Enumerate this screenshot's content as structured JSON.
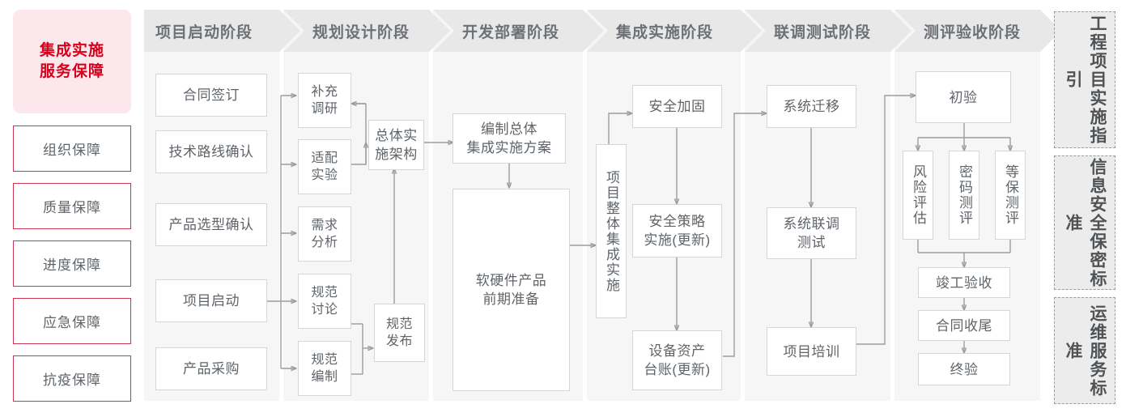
{
  "guarantee": {
    "title": "集成实施\n服务保障",
    "title_lines": [
      "集成实施",
      "服务保障"
    ],
    "items": [
      {
        "label": "组织保障"
      },
      {
        "label": "质量保障"
      },
      {
        "label": "进度保障"
      },
      {
        "label": "应急保障"
      },
      {
        "label": "抗疫保障"
      }
    ],
    "accent_color": "#d6001c",
    "border_color": "#cf3550",
    "header_bg": "#fce8ec"
  },
  "stages": [
    {
      "id": "stage-initiation",
      "header": "项目启动阶段",
      "nodes": [
        {
          "id": "contract-signing",
          "label": "合同签订"
        },
        {
          "id": "tech-route-confirm",
          "label": "技术路线确认"
        },
        {
          "id": "product-selection-confirm",
          "label": "产品选型确认"
        },
        {
          "id": "project-kickoff",
          "label": "项目启动"
        },
        {
          "id": "product-procurement",
          "label": "产品采购"
        }
      ]
    },
    {
      "id": "stage-planning",
      "header": "规划设计阶段",
      "nodes": [
        {
          "id": "supplementary-research",
          "label": "补充\n调研",
          "lines": [
            "补充",
            "调研"
          ]
        },
        {
          "id": "adaptation-experiment",
          "label": "适配\n实验",
          "lines": [
            "适配",
            "实验"
          ]
        },
        {
          "id": "requirement-analysis",
          "label": "需求\n分析",
          "lines": [
            "需求",
            "分析"
          ]
        },
        {
          "id": "spec-discussion",
          "label": "规范\n讨论",
          "lines": [
            "规范",
            "讨论"
          ]
        },
        {
          "id": "spec-drafting",
          "label": "规范\n编制",
          "lines": [
            "规范",
            "编制"
          ]
        },
        {
          "id": "overall-impl-architecture",
          "label": "总体实\n施架构",
          "lines": [
            "总体实",
            "施架构"
          ]
        },
        {
          "id": "spec-release",
          "label": "规范\n发布",
          "lines": [
            "规范",
            "发布"
          ]
        }
      ]
    },
    {
      "id": "stage-development",
      "header": "开发部署阶段",
      "nodes": [
        {
          "id": "compile-overall-plan",
          "label": "编制总体\n集成实施方案",
          "lines": [
            "编制总体",
            "集成实施方案"
          ]
        },
        {
          "id": "hw-sw-preparation",
          "label": "软硬件产品\n前期准备",
          "lines": [
            "软硬件产品",
            "前期准备"
          ]
        }
      ]
    },
    {
      "id": "stage-integration",
      "header": "集成实施阶段",
      "nodes": [
        {
          "id": "project-overall-integration",
          "label": "项目整体集成实施"
        },
        {
          "id": "security-hardening",
          "label": "安全加固"
        },
        {
          "id": "security-policy-impl",
          "label": "安全策略\n实施(更新)",
          "lines": [
            "安全策略",
            "实施(更新)"
          ]
        },
        {
          "id": "asset-ledger",
          "label": "设备资产\n台账(更新)",
          "lines": [
            "设备资产",
            "台账(更新)"
          ]
        }
      ]
    },
    {
      "id": "stage-joint-test",
      "header": "联调测试阶段",
      "nodes": [
        {
          "id": "system-migration",
          "label": "系统迁移"
        },
        {
          "id": "system-joint-test",
          "label": "系统联调\n测试",
          "lines": [
            "系统联调",
            "测试"
          ]
        },
        {
          "id": "project-training",
          "label": "项目培训"
        }
      ]
    },
    {
      "id": "stage-acceptance",
      "header": "测评验收阶段",
      "nodes": [
        {
          "id": "preliminary-acceptance",
          "label": "初验"
        },
        {
          "id": "risk-assessment",
          "label": "风险评估"
        },
        {
          "id": "crypto-evaluation",
          "label": "密码测评"
        },
        {
          "id": "mlps-evaluation",
          "label": "等保测评"
        },
        {
          "id": "completion-acceptance",
          "label": "竣工验收"
        },
        {
          "id": "contract-closeout",
          "label": "合同收尾"
        },
        {
          "id": "final-acceptance",
          "label": "终验"
        }
      ]
    }
  ],
  "standards": [
    {
      "id": "std-engineering",
      "label": "工程项目实施指引"
    },
    {
      "id": "std-security",
      "label": "信息安全保密标准"
    },
    {
      "id": "std-ops",
      "label": "运维服务标准"
    }
  ],
  "colors": {
    "node_border": "#d4d6d8",
    "band_bg": "#f6f6f6",
    "header_bg": "#e8e8e8",
    "connector": "#9a9da0",
    "text": "#5f6469"
  }
}
